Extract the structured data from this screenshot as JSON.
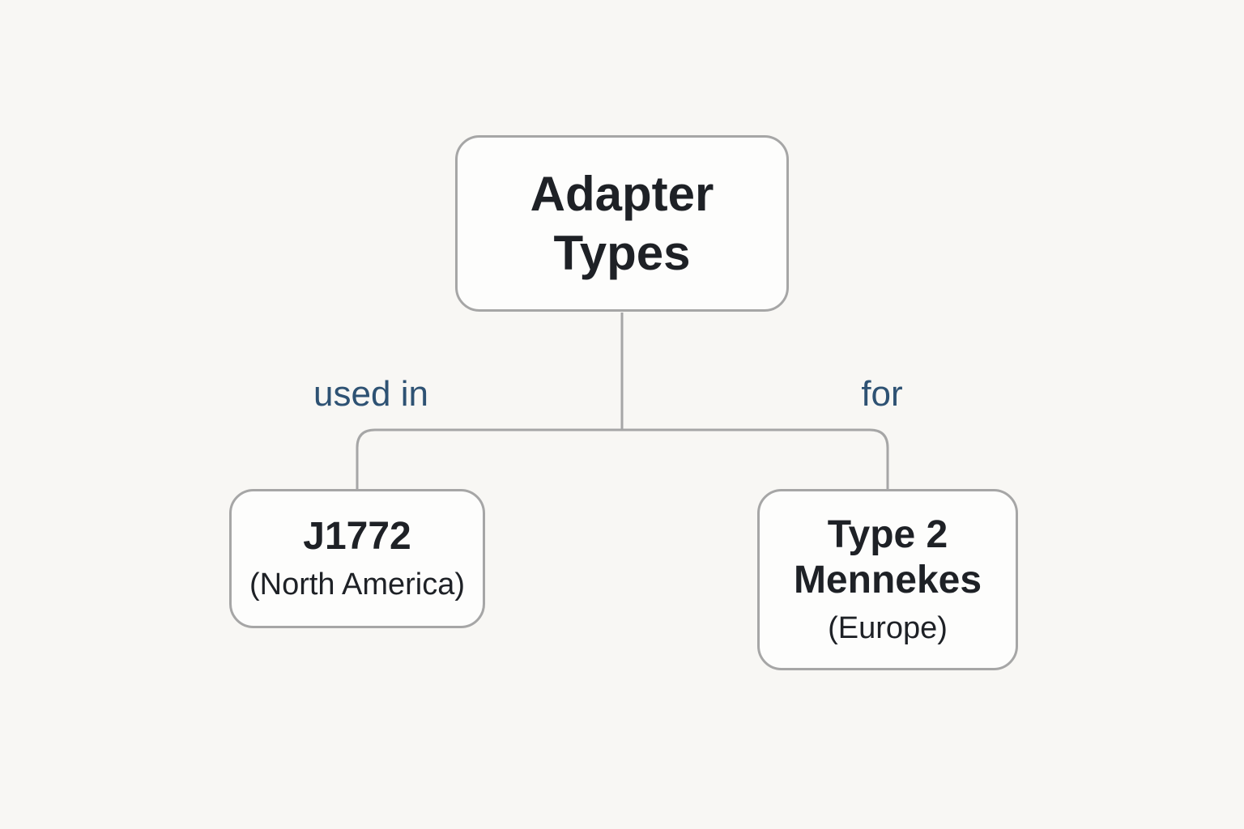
{
  "theme": {
    "background_color": "#f8f7f4",
    "node_background_color": "#fdfdfc",
    "line_color": "#a6a6a6",
    "text_color": "#1e2126",
    "edge_label_color": "#2e5273"
  },
  "diagram": {
    "type": "tree",
    "root": {
      "title": "Adapter Types"
    },
    "edges": [
      {
        "from": "adapter-types",
        "to": "j1772",
        "label": "used in"
      },
      {
        "from": "adapter-types",
        "to": "type-2-mennekes",
        "label": "for"
      }
    ],
    "children": [
      {
        "id": "j1772",
        "title": "J1772",
        "subtitle": "(North America)"
      },
      {
        "id": "type-2-mennekes",
        "title": "Type 2 Mennekes",
        "subtitle": "(Europe)"
      }
    ]
  }
}
